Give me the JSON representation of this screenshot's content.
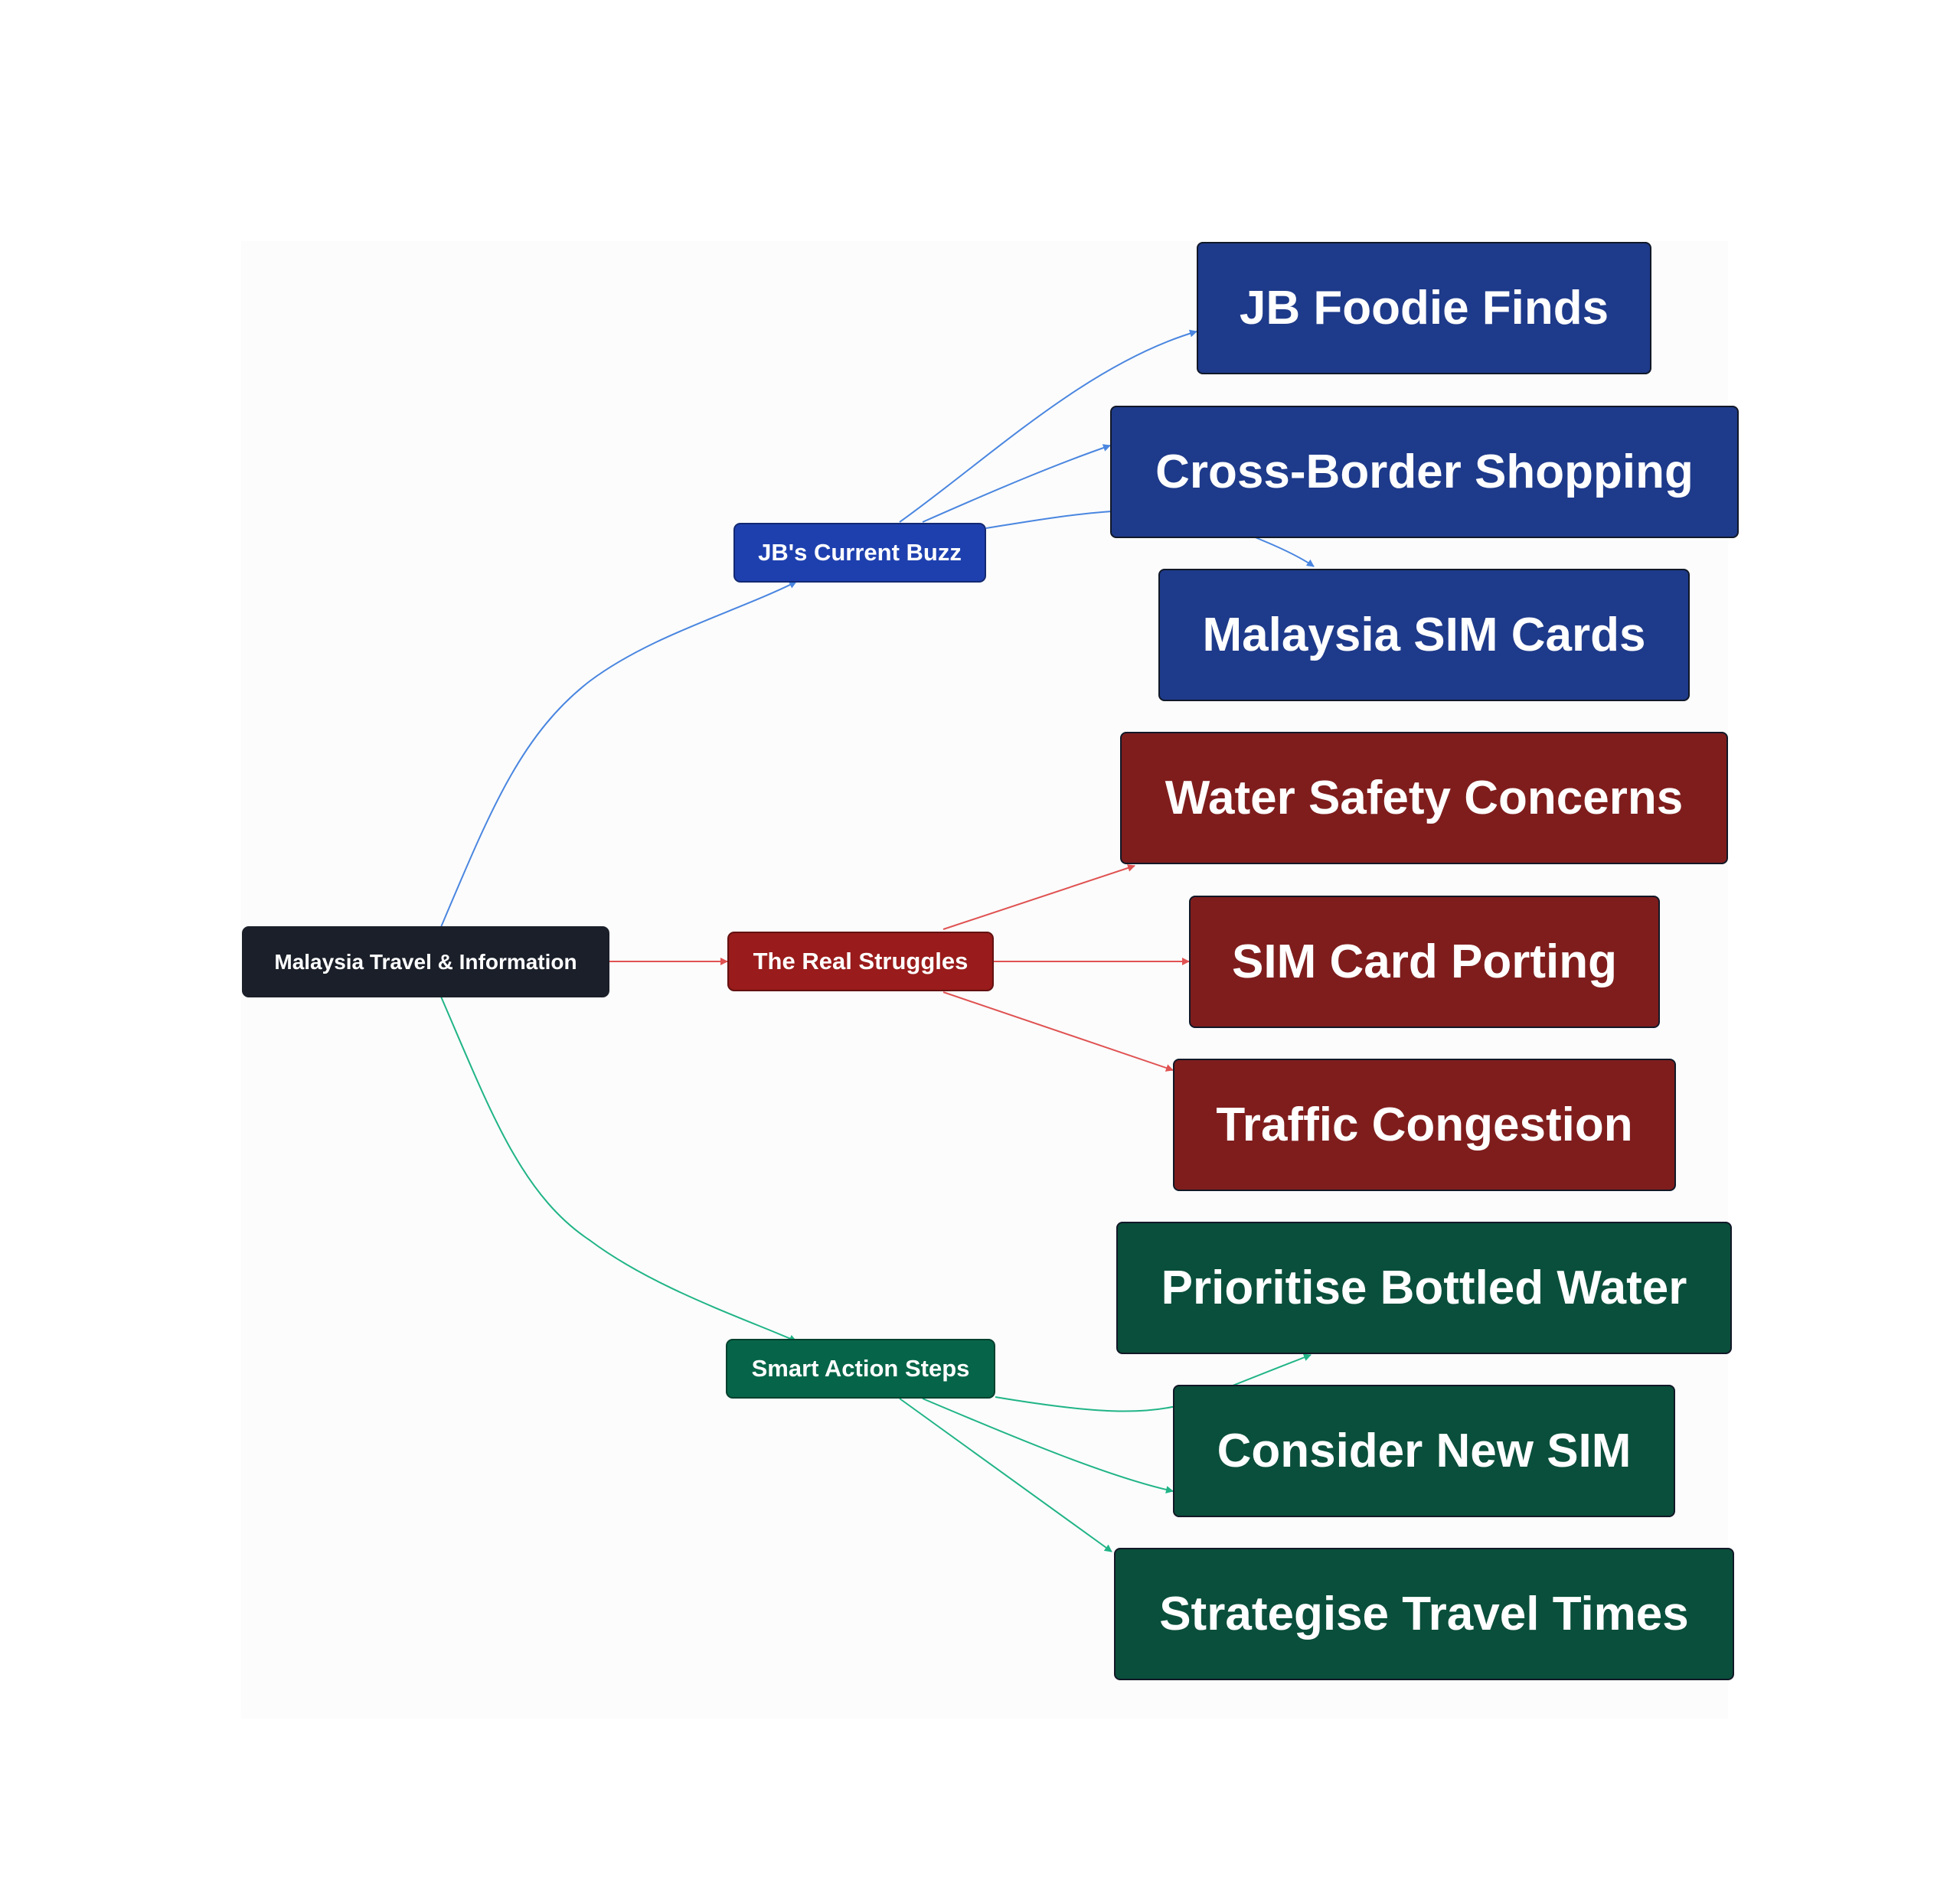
{
  "diagram": {
    "root": {
      "label": "Malaysia Travel & Information"
    },
    "branches": [
      {
        "label": "JB's Current Buzz",
        "color": "#1e40af",
        "leaf_color": "#1e3a8a",
        "edge_color": "#4a86e0",
        "children": [
          "JB Foodie Finds",
          "Cross-Border Shopping",
          "Malaysia SIM Cards"
        ]
      },
      {
        "label": "The Real Struggles",
        "color": "#991b1b",
        "leaf_color": "#7f1d1d",
        "edge_color": "#e05252",
        "children": [
          "Water Safety Concerns",
          "SIM Card Porting",
          "Traffic Congestion"
        ]
      },
      {
        "label": "Smart Action Steps",
        "color": "#066548",
        "leaf_color": "#0a4f3b",
        "edge_color": "#20b486",
        "children": [
          "Prioritise Bottled Water",
          "Consider New SIM",
          "Strategise Travel Times"
        ]
      }
    ]
  }
}
